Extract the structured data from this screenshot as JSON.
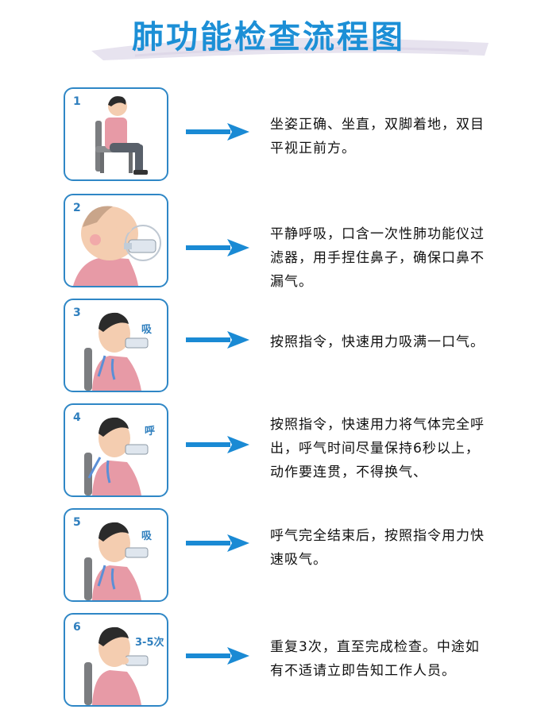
{
  "title": "肺功能检查流程图",
  "steps": [
    {
      "number": "1",
      "tag": "",
      "text": "坐姿正确、坐直，双脚着地，双目平视正前方。"
    },
    {
      "number": "2",
      "tag": "",
      "text": "平静呼吸，口含一次性肺功能仪过滤器，用手捏住鼻子，确保口鼻不漏气。"
    },
    {
      "number": "3",
      "tag": "吸",
      "text": "按照指令，快速用力吸满一口气。"
    },
    {
      "number": "4",
      "tag": "呼",
      "text": "按照指令，快速用力将气体完全呼出，呼气时间尽量保持6秒以上，动作要连贯，不得换气、"
    },
    {
      "number": "5",
      "tag": "吸",
      "text": "呼气完全结束后，按照指令用力快速吸气。"
    },
    {
      "number": "6",
      "tag": "3-5次",
      "text": "重复3次，直至完成检查。中途如有不适请立即告知工作人员。"
    }
  ],
  "colors": {
    "title": "#1c8fd6",
    "arrow": "#1a8ad4",
    "card_border": "#2f87c6",
    "brush": "#e7e3ef"
  }
}
